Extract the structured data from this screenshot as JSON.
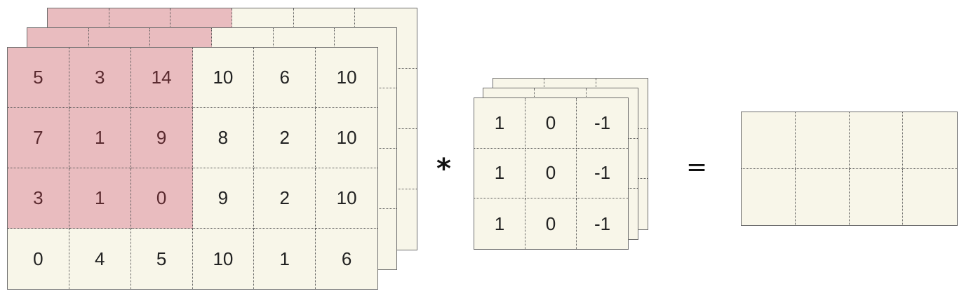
{
  "input": {
    "rows": 4,
    "cols": 6,
    "highlight": {
      "rows": 3,
      "cols": 3,
      "color": "#e9bcbf"
    },
    "values": [
      [
        "5",
        "3",
        "14",
        "10",
        "6",
        "10"
      ],
      [
        "7",
        "1",
        "9",
        "8",
        "2",
        "10"
      ],
      [
        "3",
        "1",
        "0",
        "9",
        "2",
        "10"
      ],
      [
        "0",
        "4",
        "5",
        "10",
        "1",
        "6"
      ]
    ]
  },
  "kernel": {
    "rows": 3,
    "cols": 3,
    "values": [
      [
        "1",
        "0",
        "-1"
      ],
      [
        "1",
        "0",
        "-1"
      ],
      [
        "1",
        "0",
        "-1"
      ]
    ]
  },
  "output": {
    "rows": 2,
    "cols": 4
  },
  "operators": {
    "convolve": "*",
    "equals": "="
  },
  "colors": {
    "cell_background": "#f8f6e9",
    "highlight": "#e9bcbf",
    "border": "#6e6e6e"
  }
}
